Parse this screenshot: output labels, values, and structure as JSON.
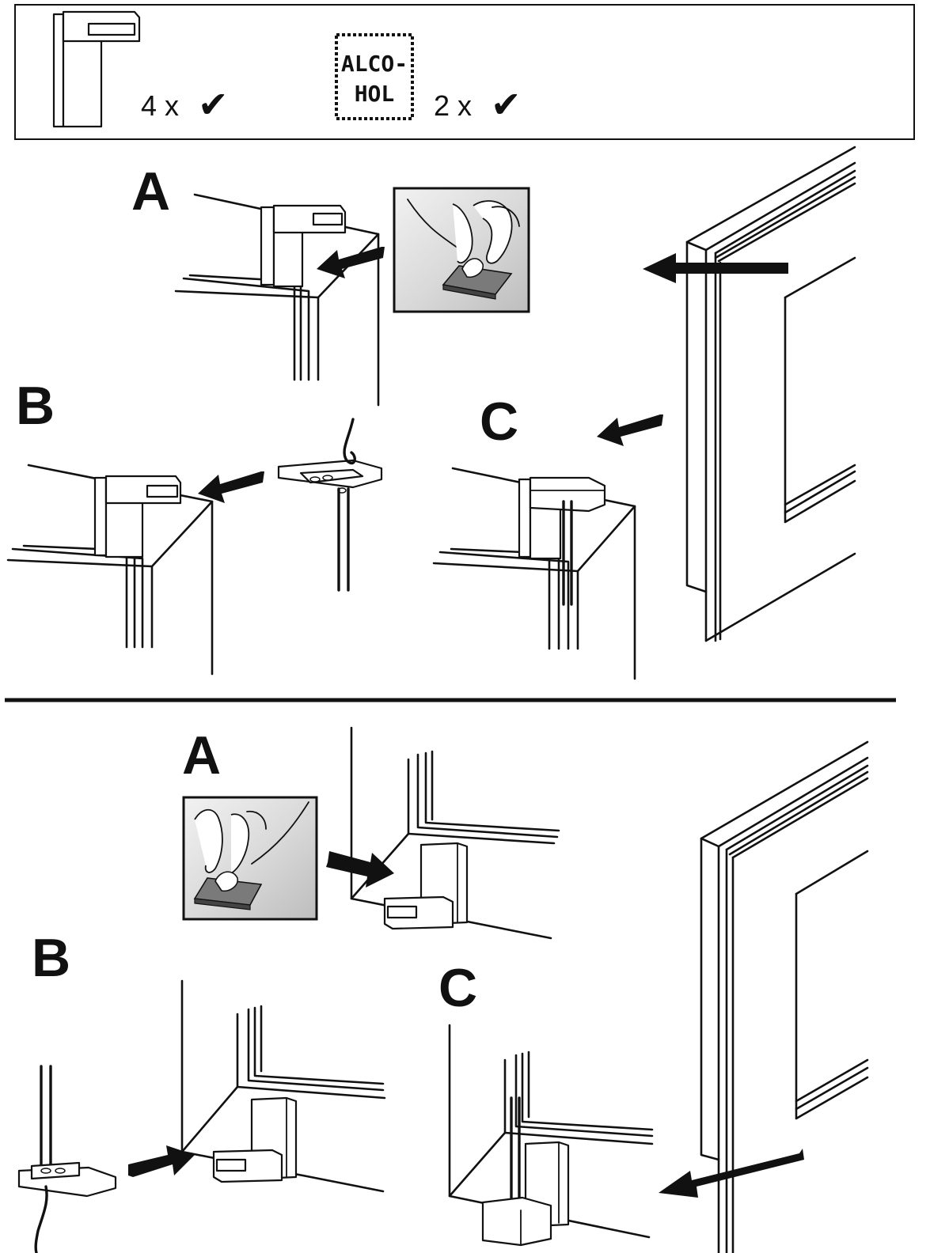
{
  "header": {
    "bracket_qty": "4 x",
    "alcohol_line1": "ALCO-",
    "alcohol_line2": "HOL",
    "alcohol_qty": "2 x",
    "check_glyph": "✔",
    "bracket_icon": "corner-bracket-icon",
    "alcohol_icon": "alcohol-wipe-icon"
  },
  "top_section": {
    "step_a": "A",
    "step_b": "B",
    "step_c": "C"
  },
  "bottom_section": {
    "step_a": "A",
    "step_b": "B",
    "step_c": "C"
  },
  "colors": {
    "ink": "#111111",
    "paper": "#ffffff",
    "inset_bg": "#cfcfcf"
  }
}
